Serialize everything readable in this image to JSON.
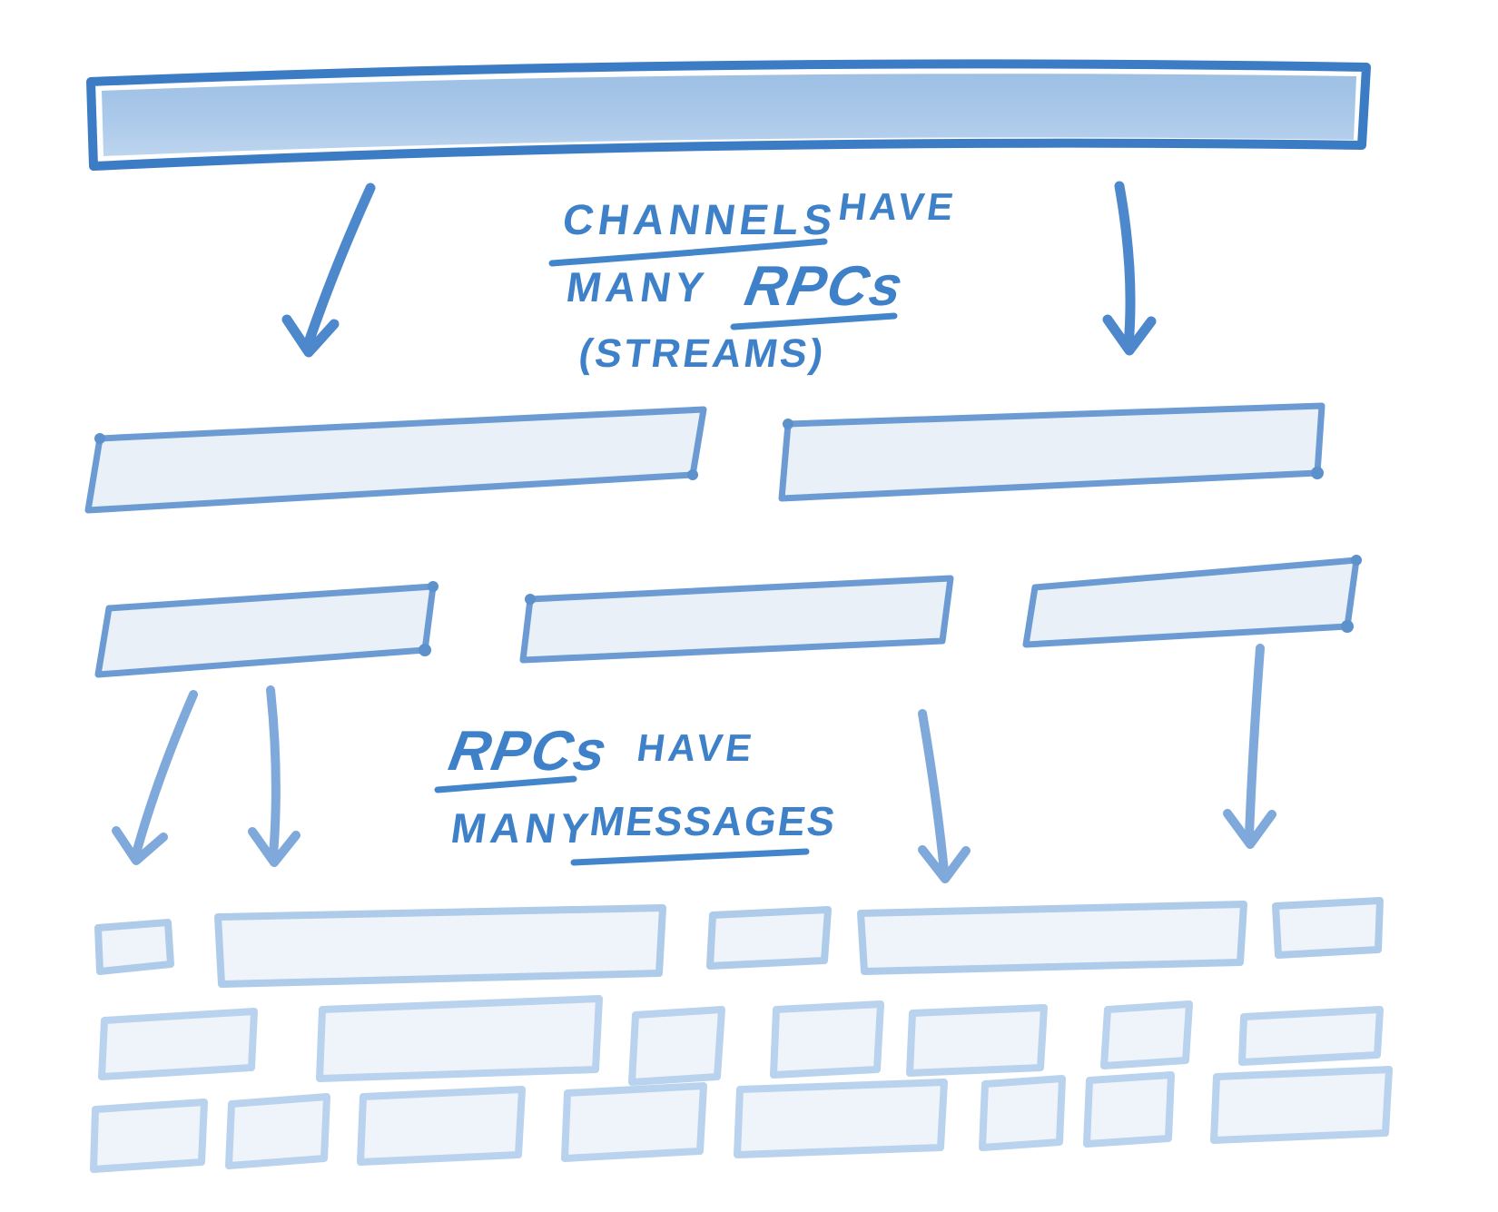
{
  "title": "Hand-drawn sketch: channels, RPCs and messages hierarchy",
  "captions": {
    "channels_line1_a": "CHANNELS",
    "channels_line1_b": "HAVE",
    "channels_line2_a": "MANY",
    "channels_line2_b": "RPCs",
    "channels_line3": "(STREAMS)",
    "rpcs_line1_a": "RPCs",
    "rpcs_line1_b": "HAVE",
    "rpcs_line2_a": "MANY",
    "rpcs_line2_b": "MESSAGES"
  },
  "diagram": {
    "type": "hierarchy-sketch",
    "levels": [
      {
        "name": "channel",
        "count": 1
      },
      {
        "name": "rpc-stream",
        "row_counts": [
          2,
          3
        ]
      },
      {
        "name": "message",
        "row_counts": [
          5,
          7,
          8
        ]
      }
    ],
    "relationships": [
      "Channels have many RPCs (streams)",
      "RPCs have many messages"
    ],
    "arrow_counts": {
      "channel_to_rpc": 2,
      "rpc_to_message": 4
    }
  },
  "colors": {
    "ink_text": "#3f81c8",
    "channel_stroke": "#3b7cc4",
    "channel_fill_top": "#9dc0e4",
    "channel_fill_bottom": "#bdd5ef",
    "rpc_stroke": "#6b9bd2",
    "rpc_fill": "#e9f0f8",
    "message_stroke": "#b9d2ed",
    "message_fill": "#eff4fb",
    "arrow_dark": "#4c88cb",
    "arrow_light": "#7fa9da",
    "background": "#ffffff"
  }
}
